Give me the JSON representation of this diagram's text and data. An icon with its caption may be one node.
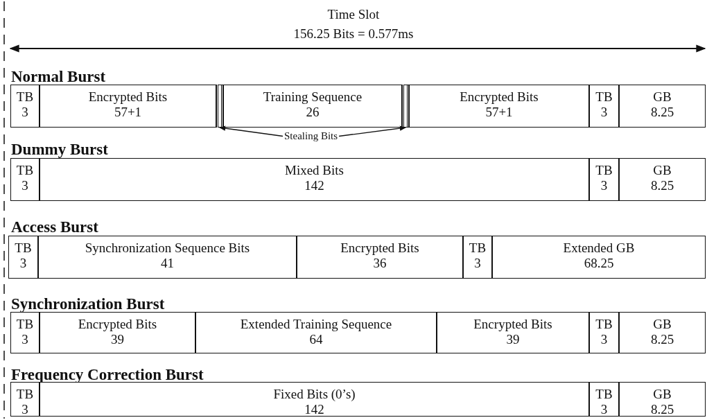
{
  "diagram": {
    "nodes": [
      {
        "text": [
          "Normal Burst"
        ]
      },
      {
        "text": [
          "TB",
          "3"
        ],
        "in": 0
      },
      {
        "text": [
          "Encrypted Bits",
          "57+1"
        ],
        "in": 0
      },
      {
        "text": [],
        "shape": "box",
        "in": 0
      },
      {
        "text": [
          "Training Sequence",
          "26"
        ],
        "in": 0
      },
      {
        "text": [],
        "shape": "box",
        "in": 0
      },
      {
        "text": [
          "Encrypted Bits",
          "57+1"
        ],
        "in": 0
      },
      {
        "text": [
          "TB",
          "3"
        ],
        "in": 0
      },
      {
        "text": [
          "GB",
          "8.25"
        ],
        "in": 0
      },
      {
        "text": [
          "Stealing Bits"
        ]
      },
      {
        "text": [
          "Dummy Burst"
        ]
      },
      {
        "text": [
          "TB",
          "3"
        ],
        "in": 10
      },
      {
        "text": [
          "Mixed Bits",
          "142"
        ],
        "in": 10
      },
      {
        "text": [
          "TB",
          "3"
        ],
        "in": 10
      },
      {
        "text": [
          "GB",
          "8.25"
        ],
        "in": 10
      },
      {
        "text": [
          "Access Burst"
        ]
      },
      {
        "text": [
          "TB",
          "3"
        ],
        "in": 15
      },
      {
        "text": [
          "Synchronization Sequence Bits",
          "41"
        ],
        "in": 15
      },
      {
        "text": [
          "Encrypted Bits",
          "36"
        ],
        "in": 15
      },
      {
        "text": [
          "TB",
          "3"
        ],
        "in": 15
      },
      {
        "text": [
          "Extended GB",
          "68.25"
        ],
        "in": 15
      },
      {
        "text": [
          "Synchronization Burst"
        ]
      },
      {
        "text": [
          "TB",
          "3"
        ],
        "in": 21
      },
      {
        "text": [
          "Encrypted Bits",
          "39"
        ],
        "in": 21
      },
      {
        "text": [
          "Extended Training Sequence",
          "64"
        ],
        "in": 21
      },
      {
        "text": [
          "Encrypted Bits",
          "39"
        ],
        "in": 21
      },
      {
        "text": [
          "TB",
          "3"
        ],
        "in": 21
      },
      {
        "text": [
          "GB",
          "8.25"
        ],
        "in": 21
      },
      {
        "text": [
          "Frequency Correction Burst"
        ]
      },
      {
        "text": [
          "TB",
          "3"
        ],
        "in": 28
      },
      {
        "text": [
          "Fixed Bits (0’s)",
          "142"
        ],
        "in": 28
      },
      {
        "text": [
          "TB",
          "3"
        ],
        "in": 28
      },
      {
        "text": [
          "GB",
          "8.25"
        ],
        "in": 28
      }
    ],
    "edges": [
      {
        "from": 9,
        "to": 3,
        "arrow": "to"
      },
      {
        "from": 9,
        "to": 5,
        "arrow": "to"
      }
    ],
    "labels": [
      "Time Slot",
      "156.25 Bits = 0.577ms"
    ]
  }
}
